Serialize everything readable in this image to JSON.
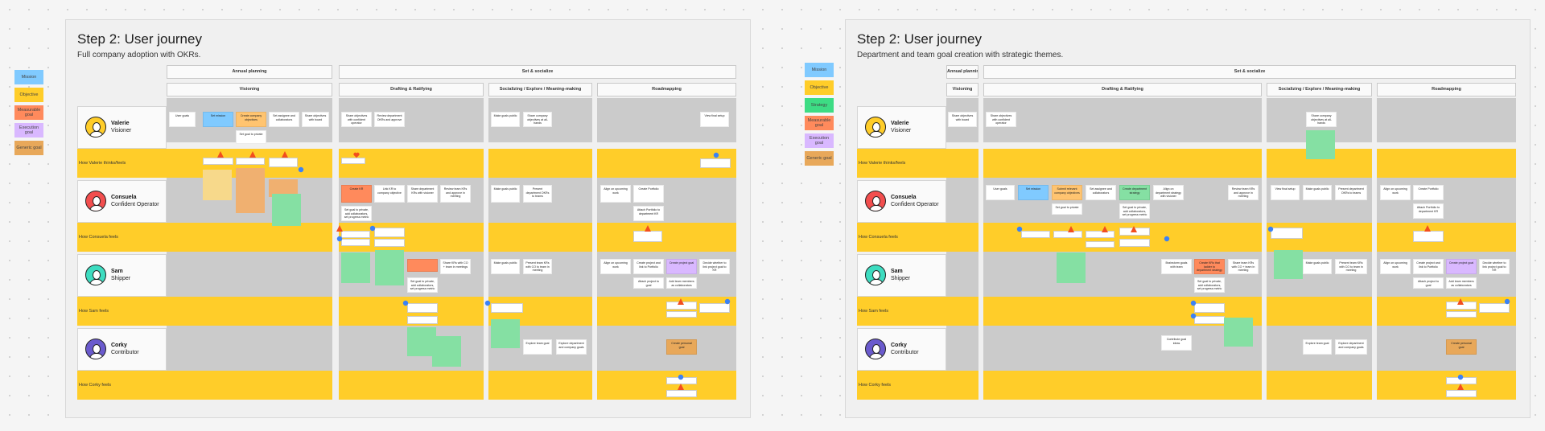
{
  "legend_left": [
    {
      "label": "Mission",
      "color": "#80caff"
    },
    {
      "label": "Objective",
      "color": "#ffcd29"
    },
    {
      "label": "Measurable goal",
      "color": "#ff8a5c"
    },
    {
      "label": "Execution goal",
      "color": "#d9b8ff"
    },
    {
      "label": "Generic goal",
      "color": "#e8a85a"
    }
  ],
  "legend_right": [
    {
      "label": "Mission",
      "color": "#80caff"
    },
    {
      "label": "Objective",
      "color": "#ffcd29"
    },
    {
      "label": "Strategy",
      "color": "#3ddc84"
    },
    {
      "label": "Measurable goal",
      "color": "#ff8a5c"
    },
    {
      "label": "Execution goal",
      "color": "#d9b8ff"
    },
    {
      "label": "Generic goal",
      "color": "#e8a85a"
    }
  ],
  "board1": {
    "title": "Step 2: User journey",
    "subtitle": "Full company adoption with OKRs.",
    "phase_annual": "Annual planning",
    "phase_set": "Set & socialize",
    "stage_envision": "Visioning",
    "stage_draft": "Drafting & Ratifying",
    "stage_social": "Socializing / Explore / Meaning-making",
    "stage_road": "Roadmapping",
    "personas": [
      {
        "name": "Valerie",
        "role": "Visioner",
        "feel": "How Valerie thinks/feels"
      },
      {
        "name": "Consuela",
        "role": "Confident Operator",
        "feel": "How Consuela feels"
      },
      {
        "name": "Sam",
        "role": "Shipper",
        "feel": "How Sam feels"
      },
      {
        "name": "Corky",
        "role": "Contributor",
        "feel": "How Corky feels"
      }
    ],
    "valerie": {
      "s1": "User goals",
      "s2": "Set mission",
      "s3": "Create company objectives",
      "s4": "Set assignee and collaborators",
      "s5": "Share objectives with board",
      "s6": "Set goal to private",
      "s7": "Share objectives with confident operator",
      "s8": "Review department OKRs and approve",
      "s9": "Make goals public",
      "s10": "Share company objectives at all-hands",
      "s11": "View final setup"
    },
    "consuela": {
      "s1": "Create KR",
      "s2": "Link KR to company objective",
      "s3": "Share department KRs with visioner",
      "s4": "Review team KRs and approve in meeting",
      "s5": "Set goal to private, add collaborators, set progress metric",
      "s6": "Make goals public",
      "s7": "Present department OKRs to teams",
      "s8": "Align on upcoming work",
      "s9": "Create Portfolio",
      "s10": "Attach Portfolio to department KR"
    },
    "sam": {
      "s1": "Share KRs with CO + team in meetings",
      "s2": "Set goal to private, add collaborators, set progress metric",
      "s3": "Make goals public",
      "s4": "Present team KRs with CO to team in meeting",
      "s5": "Align on upcoming work",
      "s6": "Create project and link to Portfolio",
      "s7": "Create project goal",
      "s8": "Decide whether to link project goal to KR",
      "s9": "Attach project to goal",
      "s10": "Add team members as collaborators"
    },
    "corky": {
      "s1": "Explore team goal",
      "s2": "Explore department and company goals",
      "s3": "Create personal goal"
    }
  },
  "board2": {
    "title": "Step 2: User journey",
    "subtitle": "Department and team goal creation with strategic themes.",
    "phase_annual": "Annual planning",
    "phase_set": "Set & socialize",
    "stage_envision": "Visioning",
    "stage_draft": "Drafting & Ratifying",
    "stage_social": "Socializing / Explore / Meaning-making",
    "stage_road": "Roadmapping",
    "personas": [
      {
        "name": "Valerie",
        "role": "Visioner",
        "feel": "How Valerie thinks/feels"
      },
      {
        "name": "Consuela",
        "role": "Confident Operator",
        "feel": "How Consuela feels"
      },
      {
        "name": "Sam",
        "role": "Shipper",
        "feel": "How Sam feels"
      },
      {
        "name": "Corky",
        "role": "Contributor",
        "feel": "How Corky feels"
      }
    ],
    "valerie": {
      "s1": "Share objectives with board",
      "s2": "Share objectives with confident operator",
      "s3": "Share company objectives at all-hands"
    },
    "consuela": {
      "s1": "User goals",
      "s2": "Set mission",
      "s3": "Submit relevant company objectives",
      "s4": "Set assignee and collaborators",
      "s5": "Create department strategy",
      "s6": "Align on department strategy with visioner",
      "s7": "Review team KRs and approve in meeting",
      "s8": "Set goal to private",
      "s9": "Set goal to private, add collaborators, set progress metric",
      "s10": "View final setup",
      "s11": "Make goals public",
      "s12": "Present department OKRs to teams",
      "s13": "Align on upcoming work",
      "s14": "Create Portfolio",
      "s15": "Attach Portfolio to department KR"
    },
    "sam": {
      "s1": "Brainstorm goals with team",
      "s2": "Create KRs that ladder to department strategy",
      "s3": "Share team KRs with CO + team in meeting",
      "s4": "Set goal to private, add collaborators, set progress metric",
      "s5": "Make goals public",
      "s6": "Present team KRs with CO to team in meeting",
      "s7": "Align on upcoming work",
      "s8": "Create project and link to Portfolio",
      "s9": "Create project goal",
      "s10": "Decide whether to link project goal to KR",
      "s11": "Attach project to goal",
      "s12": "Add team members as collaborators"
    },
    "corky": {
      "s1": "Contribute goal ideas",
      "s2": "Explore team goal",
      "s3": "Explore department and company goals",
      "s4": "Create personal goal"
    }
  }
}
